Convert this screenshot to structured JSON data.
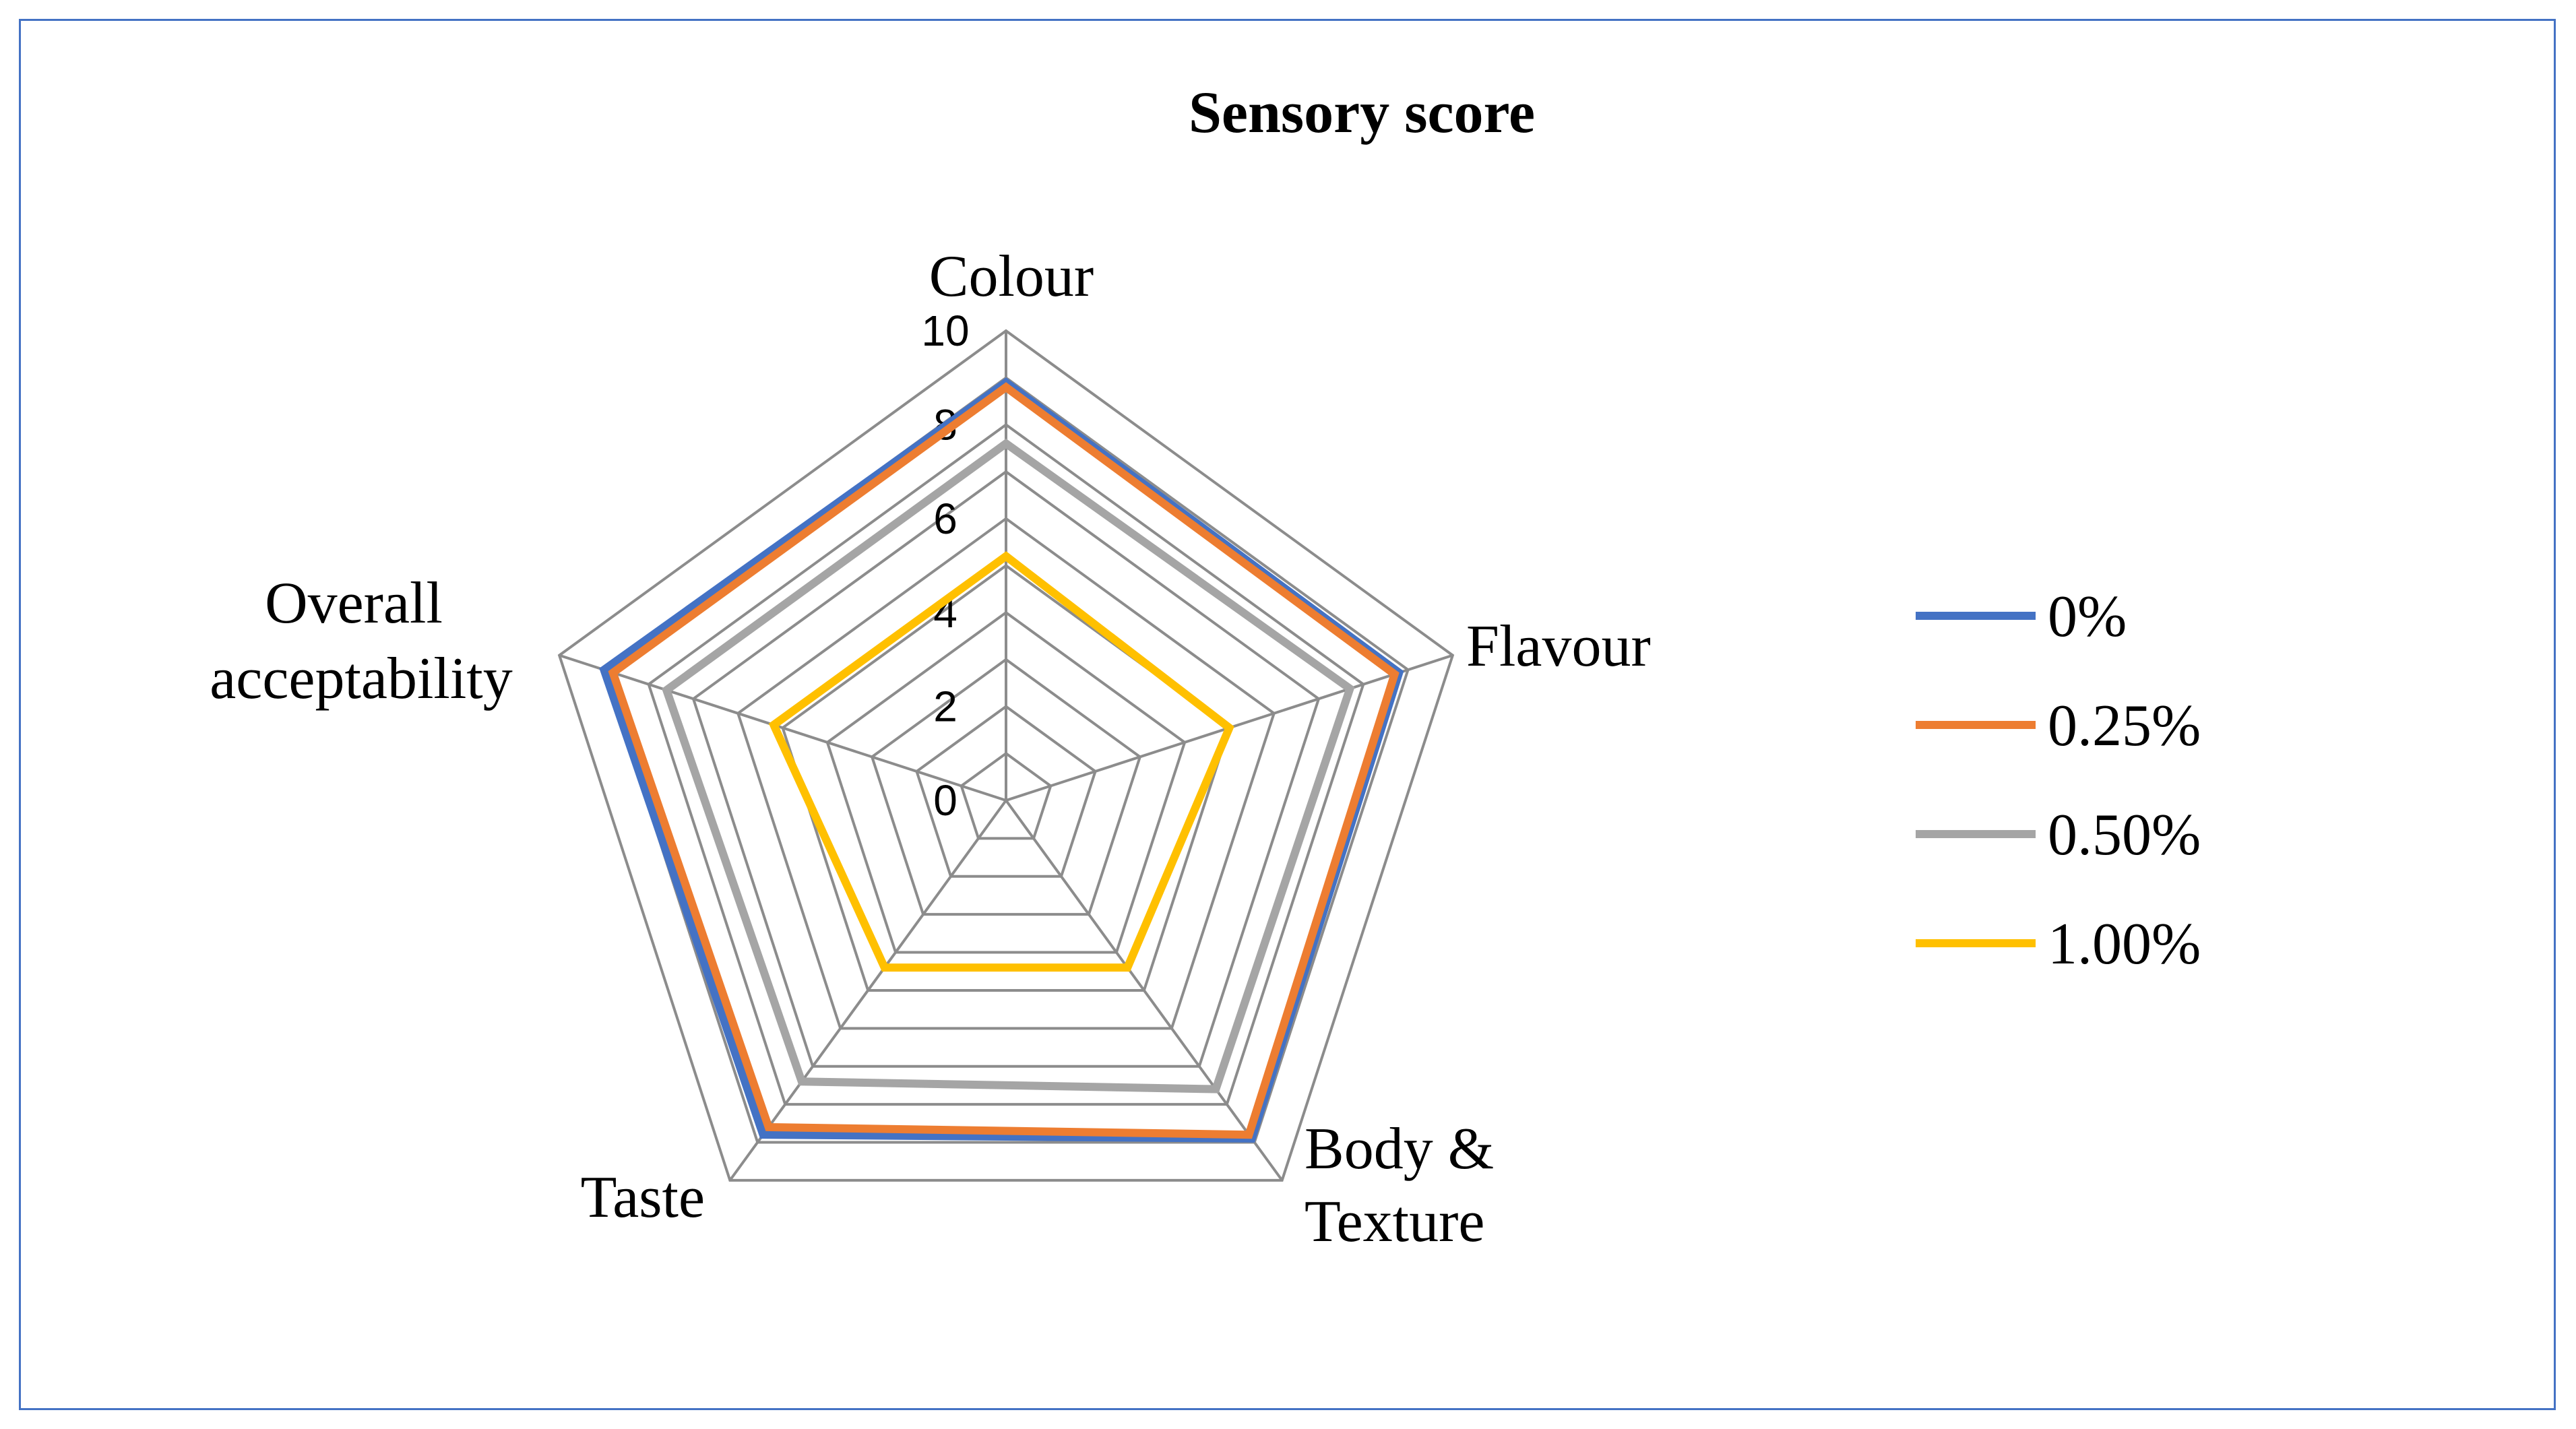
{
  "chart_data": {
    "type": "radar",
    "title": "Sensory score",
    "axes": [
      "Colour",
      "Flavour",
      "Body & Texture",
      "Taste",
      "Overall acceptability"
    ],
    "rlim": [
      0,
      10
    ],
    "ticks": [
      "0",
      "2",
      "4",
      "6",
      "8",
      "10"
    ],
    "tick_values": [
      0,
      2,
      4,
      6,
      8,
      10
    ],
    "grid": true,
    "legend_position": "right",
    "series": [
      {
        "name": "0%",
        "color": "#4472c4",
        "values": [
          8.9,
          8.8,
          8.9,
          8.8,
          9.0
        ]
      },
      {
        "name": "0.25%",
        "color": "#ed7d31",
        "values": [
          8.8,
          8.7,
          8.8,
          8.6,
          8.8
        ]
      },
      {
        "name": "0.50%",
        "color": "#a5a5a5",
        "values": [
          7.6,
          7.7,
          7.6,
          7.4,
          7.6
        ]
      },
      {
        "name": "1.00%",
        "color": "#ffc000",
        "values": [
          5.2,
          5.0,
          4.4,
          4.4,
          5.2
        ]
      }
    ]
  }
}
